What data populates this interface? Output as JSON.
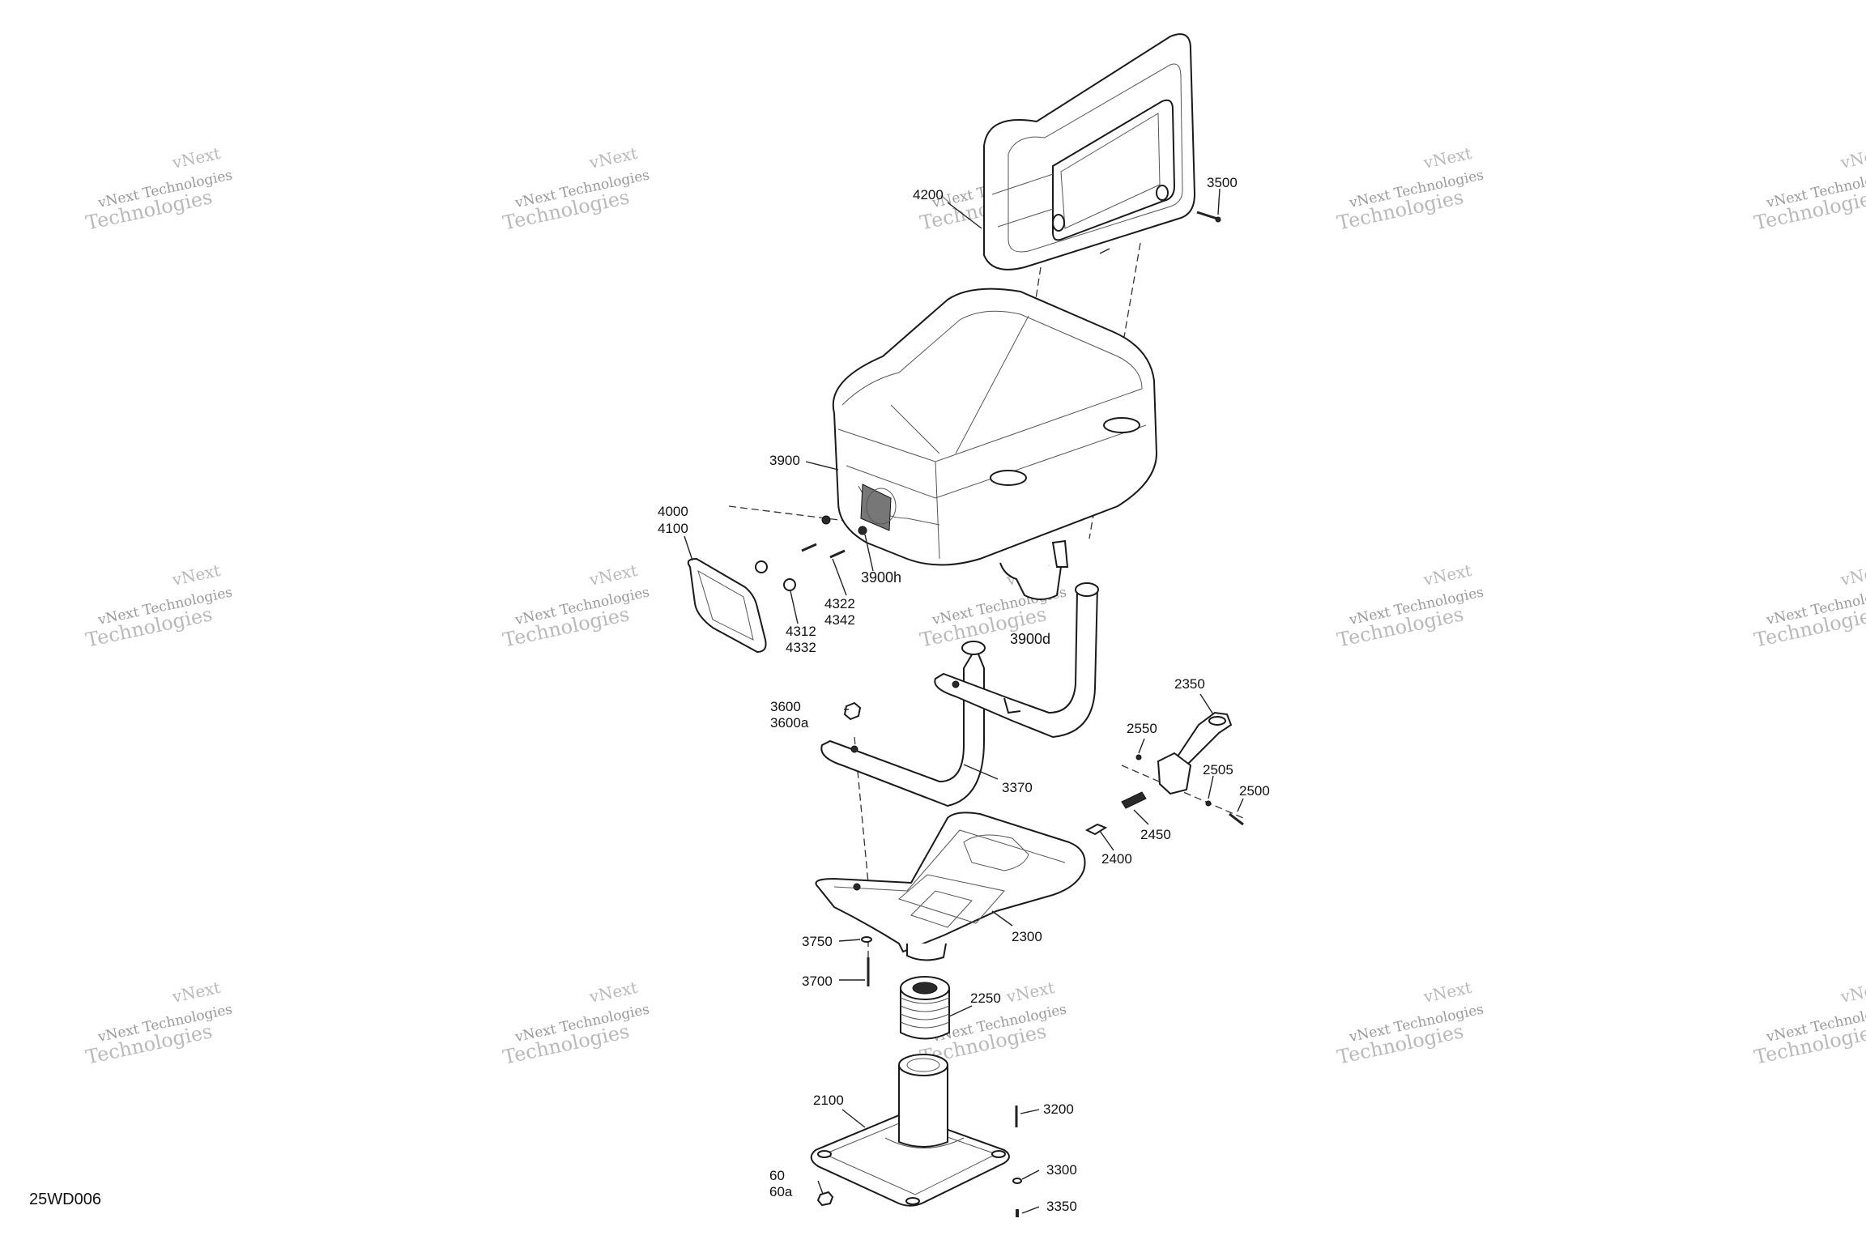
{
  "diagram_code": "25WD006",
  "watermark_lines": [
    "vNext",
    "vNext Technologies",
    "Technologies"
  ],
  "callouts": [
    {
      "id": "c-4200",
      "text": "4200"
    },
    {
      "id": "c-3500",
      "text": "3500"
    },
    {
      "id": "c-3900",
      "text": "3900"
    },
    {
      "id": "c-4000",
      "text": "4000"
    },
    {
      "id": "c-4100",
      "text": "4100"
    },
    {
      "id": "c-3900h",
      "text": "3900h"
    },
    {
      "id": "c-4322",
      "text": "4322"
    },
    {
      "id": "c-4342",
      "text": "4342"
    },
    {
      "id": "c-4312",
      "text": "4312"
    },
    {
      "id": "c-4332",
      "text": "4332"
    },
    {
      "id": "c-3900d",
      "text": "3900d"
    },
    {
      "id": "c-3600",
      "text": "3600"
    },
    {
      "id": "c-3600a",
      "text": "3600a"
    },
    {
      "id": "c-3370",
      "text": "3370"
    },
    {
      "id": "c-2350",
      "text": "2350"
    },
    {
      "id": "c-2550",
      "text": "2550"
    },
    {
      "id": "c-2505",
      "text": "2505"
    },
    {
      "id": "c-2500",
      "text": "2500"
    },
    {
      "id": "c-2450",
      "text": "2450"
    },
    {
      "id": "c-2400",
      "text": "2400"
    },
    {
      "id": "c-2300",
      "text": "2300"
    },
    {
      "id": "c-3750",
      "text": "3750"
    },
    {
      "id": "c-3700",
      "text": "3700"
    },
    {
      "id": "c-2250",
      "text": "2250"
    },
    {
      "id": "c-2100",
      "text": "2100"
    },
    {
      "id": "c-3200",
      "text": "3200"
    },
    {
      "id": "c-60",
      "text": "60"
    },
    {
      "id": "c-60a",
      "text": "60a"
    },
    {
      "id": "c-3300",
      "text": "3300"
    },
    {
      "id": "c-3350",
      "text": "3350"
    }
  ]
}
